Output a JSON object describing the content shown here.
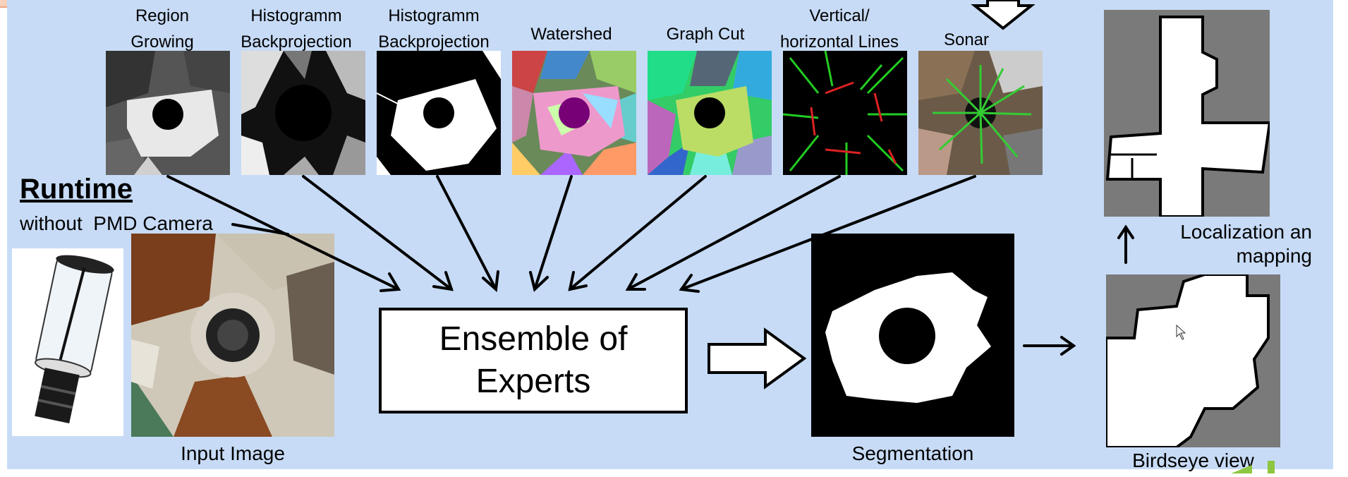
{
  "methods": [
    {
      "key": "region-growing",
      "line1": "Region",
      "line2": "Growing"
    },
    {
      "key": "histogram-backprojection-1",
      "line1": "Histogramm",
      "line2": "Backprojection"
    },
    {
      "key": "histogram-backprojection-2",
      "line1": "Histogramm",
      "line2": "Backprojection"
    },
    {
      "key": "watershed",
      "line1": "",
      "line2": "Watershed"
    },
    {
      "key": "graph-cut",
      "line1": "",
      "line2": "Graph Cut"
    },
    {
      "key": "lines",
      "line1": "Vertical/",
      "line2": "horizontal Lines"
    },
    {
      "key": "sonar",
      "line1": "",
      "line2": "Sonar"
    }
  ],
  "runtime": {
    "title": "Runtime",
    "subtitle": "without  PMD Camera"
  },
  "labels": {
    "input_image": "Input Image",
    "ensemble_line1": "Ensemble of",
    "ensemble_line2": "Experts",
    "segmentation": "Segmentation",
    "birdseye": "Birdseye view",
    "localization_line1": "Localization an",
    "localization_line2": "mapping"
  },
  "colors": {
    "panel_bg": "#c7dbf6",
    "top_strip": "#f6d2bf",
    "accent_green": "#8dc63f"
  }
}
